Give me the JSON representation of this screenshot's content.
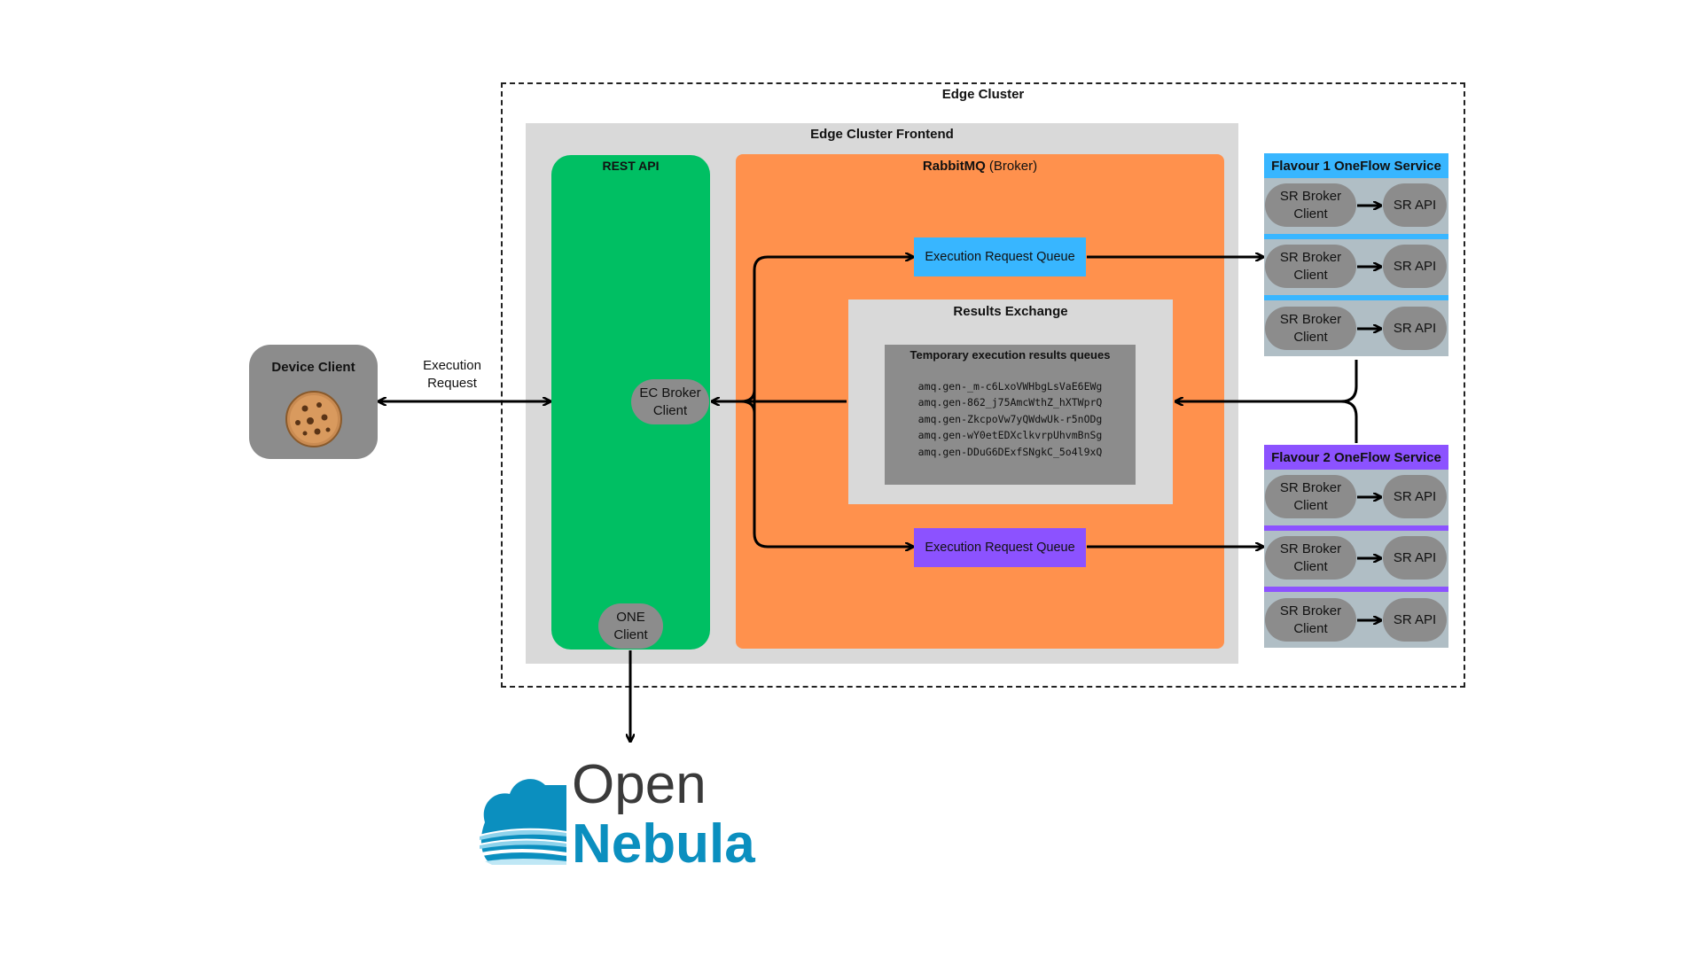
{
  "edge_cluster": {
    "title": "Edge Cluster"
  },
  "frontend": {
    "title": "Edge Cluster Frontend"
  },
  "rest_api": {
    "title": "REST API",
    "ec_broker_client": "EC Broker Client",
    "one_client": "ONE Client"
  },
  "rabbitmq": {
    "title_bold": "RabbitMQ",
    "title_rest": " (Broker)"
  },
  "queues": {
    "blue_label": "Execution Request Queue",
    "purple_label": "Execution Request Queue"
  },
  "results_exchange": {
    "title": "Results Exchange",
    "temp_title": "Temporary execution results queues",
    "queues": [
      "amq.gen-_m-c6LxoVWHbgLsVaE6EWg",
      "amq.gen-862_j75AmcWthZ_hXTWprQ",
      "amq.gen-ZkcpoVw7yQWdwUk-r5nODg",
      "amq.gen-wY0etEDXclkvrpUhvmBnSg",
      "amq.gen-DDuG6DExfSNgkC_5o4l9xQ"
    ]
  },
  "device_client": {
    "title": "Device Client",
    "icon": "cookie-icon"
  },
  "execution_request_label": "Execution Request",
  "flavour1": {
    "title": "Flavour 1 OneFlow Service",
    "rows": [
      {
        "broker": "SR Broker Client",
        "api": "SR API"
      },
      {
        "broker": "SR Broker Client",
        "api": "SR API"
      },
      {
        "broker": "SR Broker Client",
        "api": "SR API"
      }
    ]
  },
  "flavour2": {
    "title": "Flavour 2 OneFlow Service",
    "rows": [
      {
        "broker": "SR Broker Client",
        "api": "SR API"
      },
      {
        "broker": "SR Broker Client",
        "api": "SR API"
      },
      {
        "broker": "SR Broker Client",
        "api": "SR API"
      }
    ]
  },
  "logo": {
    "line1": "Open",
    "line2": "Nebula"
  },
  "colors": {
    "green": "#00bf63",
    "orange": "#ff914d",
    "blue": "#38b6ff",
    "purple": "#8c52ff",
    "grey": "#8c8c8c",
    "light_grey": "#d9d9d9",
    "row_bg": "#b0bec5",
    "logo_dark": "#3a3a3a",
    "logo_blue": "#0b8fbf"
  }
}
